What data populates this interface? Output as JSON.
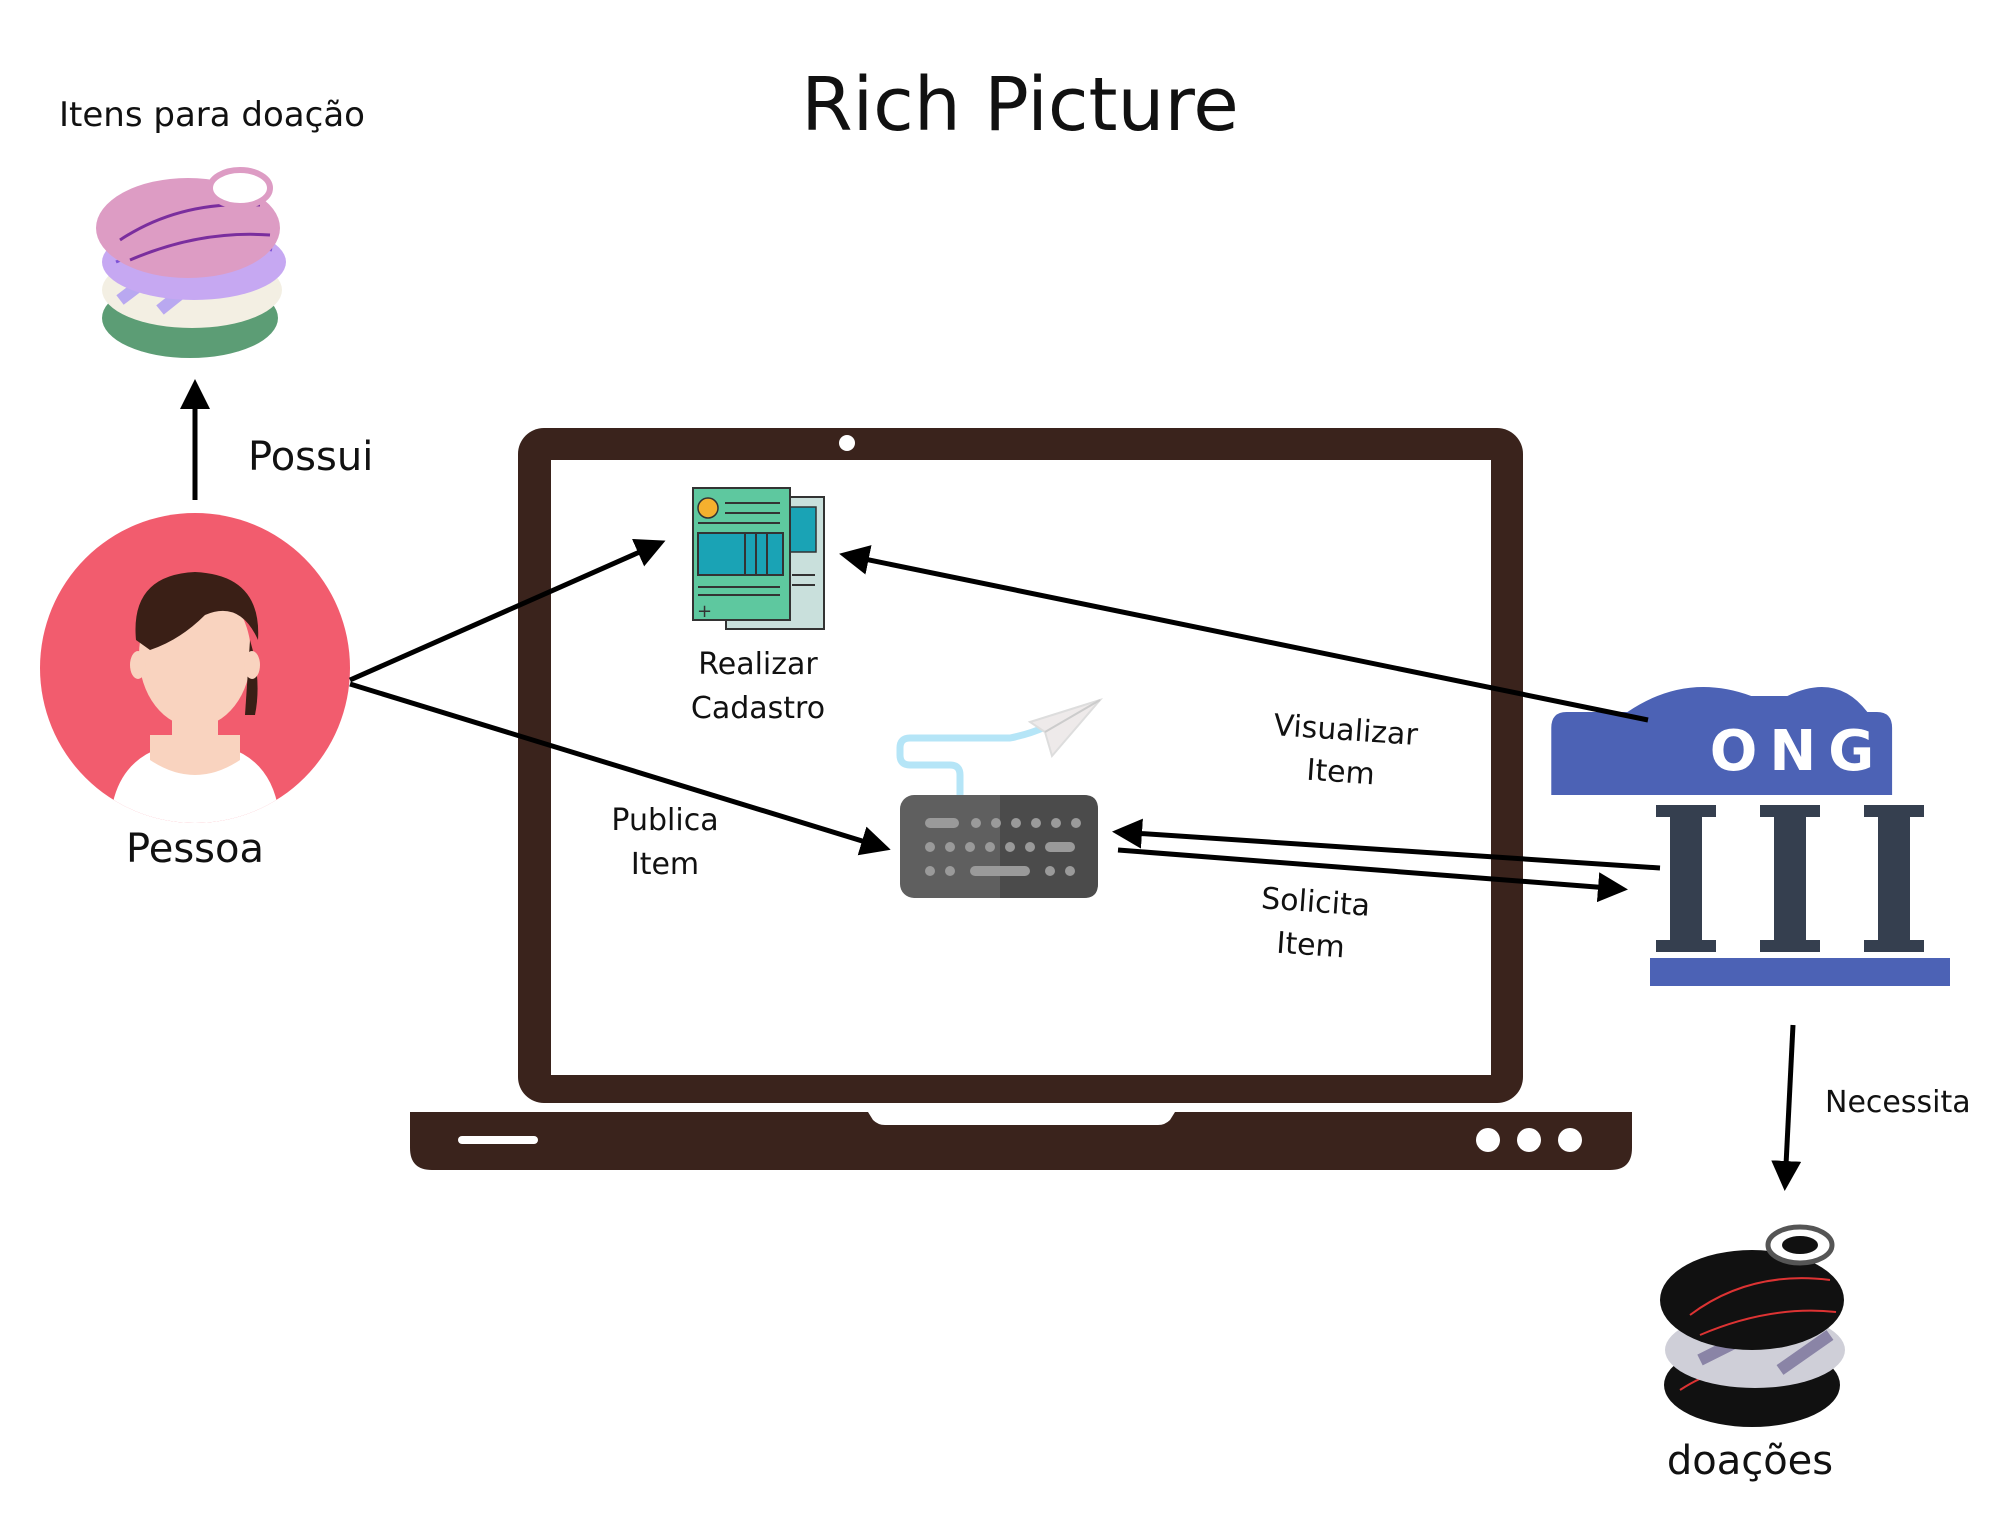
{
  "title": "Rich Picture",
  "items_label": "Itens para doação",
  "possui_label": "Possui",
  "person_label": "Pessoa",
  "register": {
    "line1": "Realizar",
    "line2": "Cadastro"
  },
  "publish": {
    "line1": "Publica",
    "line2": "Item"
  },
  "view": {
    "line1": "Visualizar",
    "line2": "Item"
  },
  "request": {
    "line1": "Solicita",
    "line2": "Item"
  },
  "ong_label": "ONG",
  "needs_label": "Necessita",
  "donations_label": "doações",
  "colors": {
    "laptop": "#3a231c",
    "person_circle": "#f25c6e",
    "ong_blue": "#4c62b5",
    "ong_column": "#353f4f",
    "pink_clothes": "#dd9cc4",
    "green_clothes": "#5c9d75",
    "form_green": "#5ec89f",
    "form_teal": "#1aa3b5"
  },
  "icons": [
    "clothes-stack-icon",
    "person-avatar-icon",
    "registration-form-icon",
    "keyboard-icon",
    "paper-plane-icon",
    "ong-building-icon",
    "donations-stack-icon"
  ]
}
